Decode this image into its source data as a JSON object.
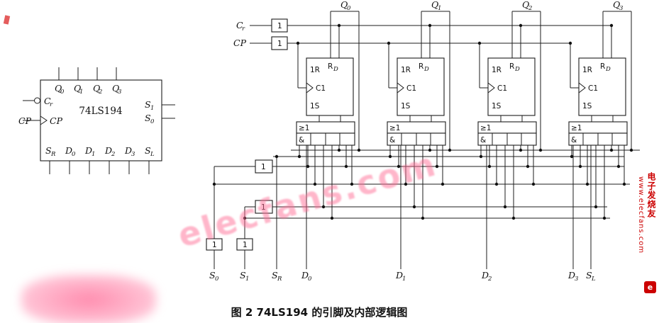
{
  "caption": "图 2  74LS194 的引脚及内部逻辑图",
  "watermark": {
    "text": "elecfans.com"
  },
  "banner": {
    "site": "电子发烧友",
    "url": "www.elecfans.com",
    "logo": "e"
  },
  "chip": {
    "name": "74LS194",
    "cp_ext": "CP",
    "cp": "CP",
    "cr": {
      "b": "C",
      "s": "r"
    },
    "top": [
      {
        "b": "Q",
        "s": "0"
      },
      {
        "b": "Q",
        "s": "1"
      },
      {
        "b": "Q",
        "s": "2"
      },
      {
        "b": "Q",
        "s": "3"
      }
    ],
    "right": [
      {
        "b": "S",
        "s": "1"
      },
      {
        "b": "S",
        "s": "0"
      }
    ],
    "bottom": [
      {
        "b": "S",
        "s": "R"
      },
      {
        "b": "D",
        "s": "0"
      },
      {
        "b": "D",
        "s": "1"
      },
      {
        "b": "D",
        "s": "2"
      },
      {
        "b": "D",
        "s": "3"
      },
      {
        "b": "S",
        "s": "L"
      }
    ]
  },
  "logic": {
    "cr": {
      "b": "C",
      "s": "r"
    },
    "cp": "CP",
    "inv": "1",
    "or": "≥1",
    "and": "&",
    "ff": {
      "r": "1R",
      "rd_b": "R",
      "rd_s": "D",
      "c1": "C1",
      "s": "1S"
    },
    "q": [
      {
        "b": "Q",
        "s": "0"
      },
      {
        "b": "Q",
        "s": "1"
      },
      {
        "b": "Q",
        "s": "2"
      },
      {
        "b": "Q",
        "s": "3"
      }
    ],
    "bottom": [
      {
        "b": "S",
        "s": "0"
      },
      {
        "b": "S",
        "s": "1"
      },
      {
        "b": "S",
        "s": "R"
      },
      {
        "b": "D",
        "s": "0"
      },
      {
        "b": "D",
        "s": "1"
      },
      {
        "b": "D",
        "s": "2"
      },
      {
        "b": "D",
        "s": "3"
      },
      {
        "b": "S",
        "s": "L"
      }
    ]
  }
}
